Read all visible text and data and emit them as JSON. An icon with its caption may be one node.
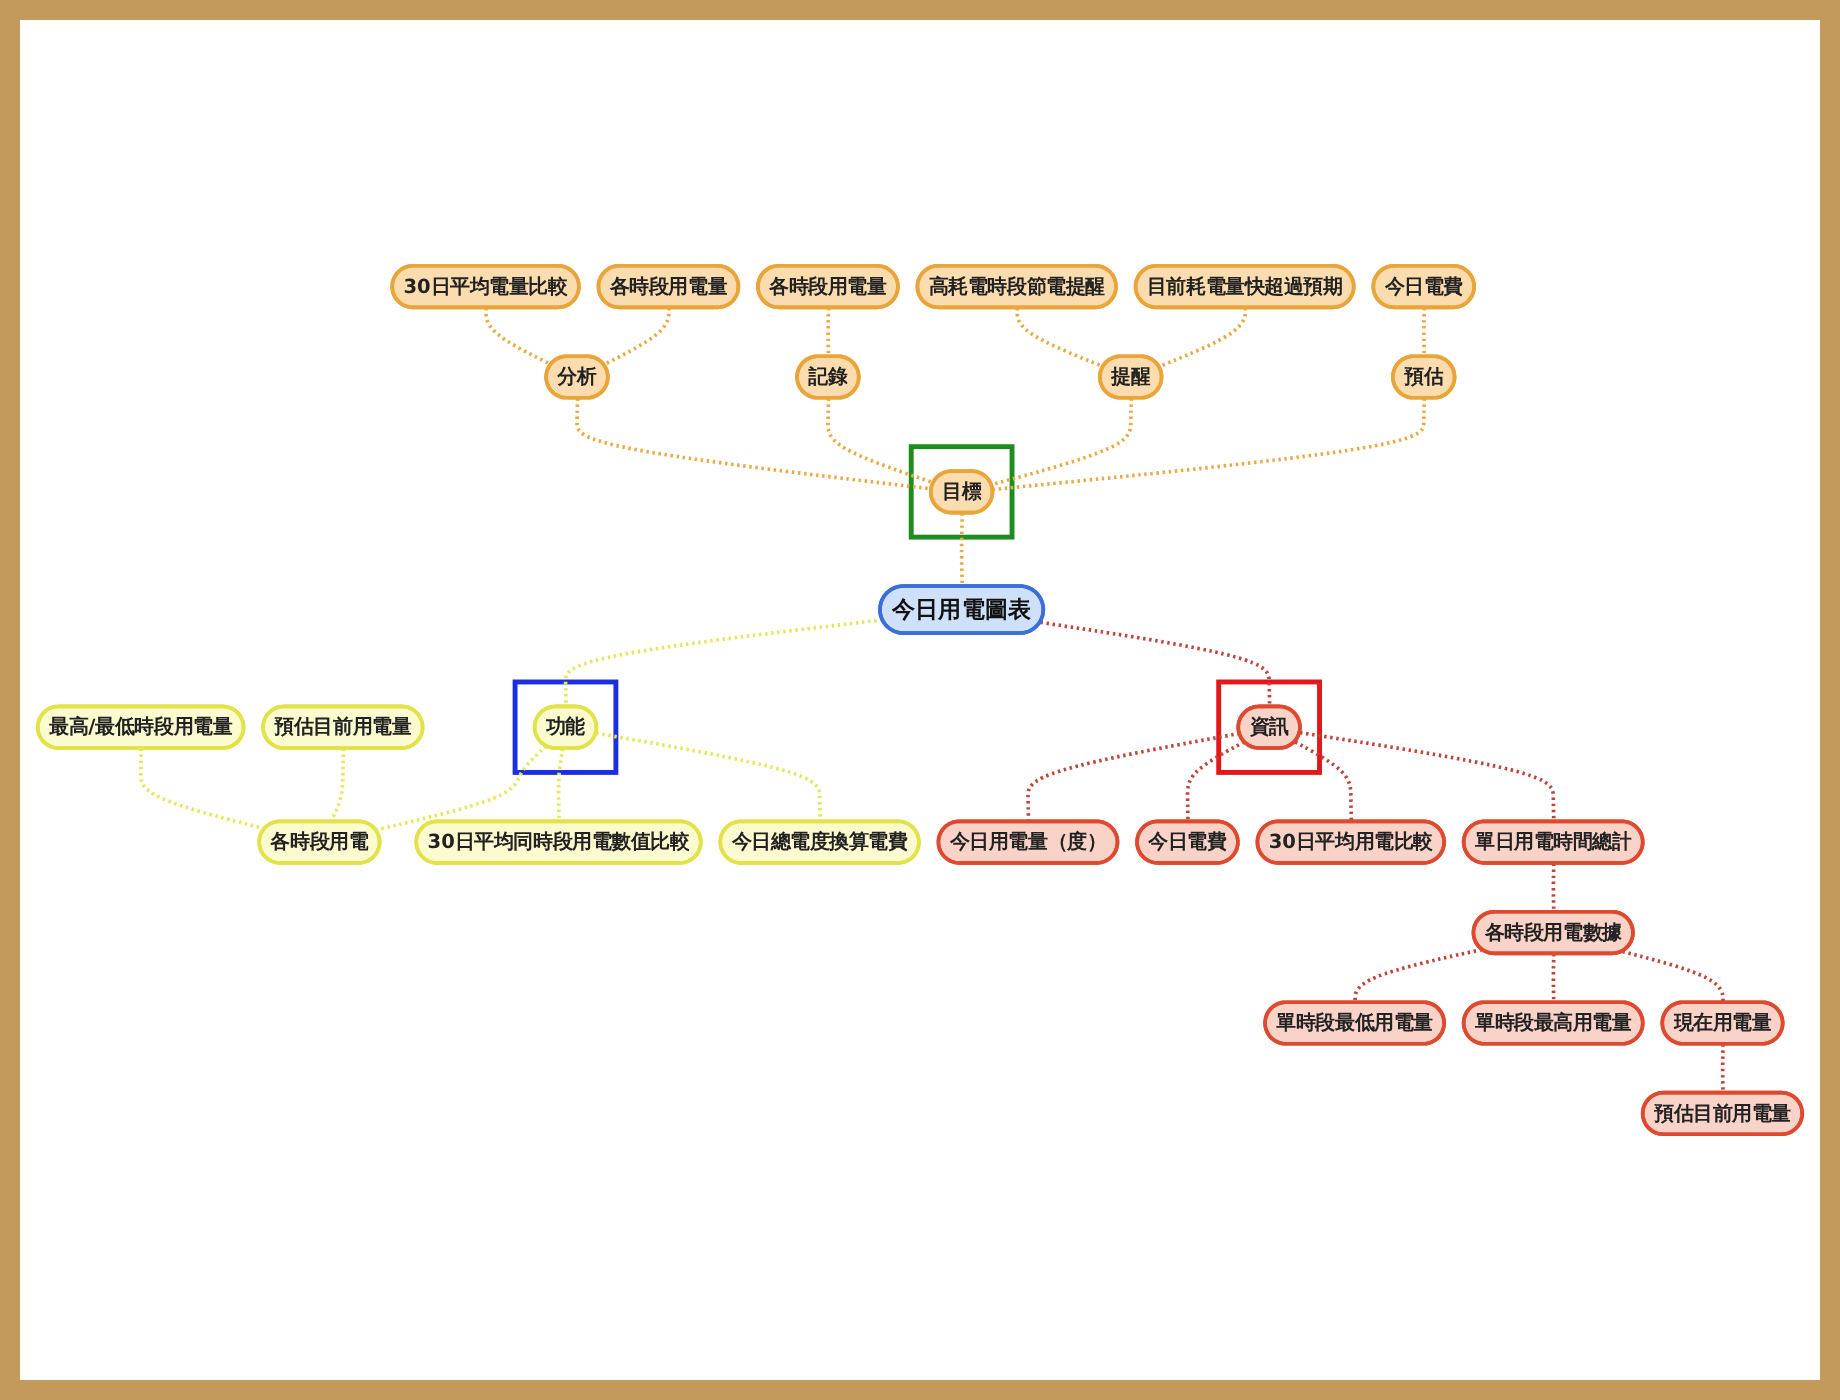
{
  "diagram": {
    "nodes": [
      {
        "text": [
          "今日用電圖表"
        ]
      },
      {
        "text": [],
        "shape": "box"
      },
      {
        "text": [
          "目標"
        ],
        "in": 1
      },
      {
        "text": [
          "預估"
        ]
      },
      {
        "text": [
          "今日電費"
        ]
      },
      {
        "text": [
          "提醒"
        ]
      },
      {
        "text": [
          "目前耗電量快超過預期"
        ]
      },
      {
        "text": [
          "高耗電時段節電提醒"
        ]
      },
      {
        "text": [
          "記錄"
        ]
      },
      {
        "text": [
          "各時段用電量"
        ]
      },
      {
        "text": [
          "分析"
        ]
      },
      {
        "text": [
          "各時段用電量"
        ]
      },
      {
        "text": [
          "30日平均電量比較"
        ]
      },
      {
        "text": [],
        "shape": "box"
      },
      {
        "text": [
          "功能"
        ],
        "in": 13
      },
      {
        "text": [
          "各時段用電"
        ]
      },
      {
        "text": [
          "預估目前用電量"
        ]
      },
      {
        "text": [
          "最高/最低時段用電量"
        ]
      },
      {
        "text": [
          "30日平均同時段用電數值比較"
        ]
      },
      {
        "text": [
          "今日總電度換算電費"
        ]
      },
      {
        "text": [],
        "shape": "box"
      },
      {
        "text": [
          "資訊"
        ],
        "in": 20
      },
      {
        "text": [
          "今日用電量（度）"
        ]
      },
      {
        "text": [
          "今日電費"
        ]
      },
      {
        "text": [
          "30日平均用電比較"
        ]
      },
      {
        "text": [
          "單日用電時間總計"
        ]
      },
      {
        "text": [
          "各時段用電數據"
        ]
      },
      {
        "text": [
          "單時段最低用電量"
        ]
      },
      {
        "text": [
          "單時段最高用電量"
        ]
      },
      {
        "text": [
          "現在用電量"
        ]
      },
      {
        "text": [
          "預估目前用電量"
        ]
      }
    ],
    "edges": [
      {
        "from": 2,
        "to": 0,
        "arrow": "none"
      },
      {
        "from": 3,
        "to": 2,
        "arrow": "none"
      },
      {
        "from": 4,
        "to": 3,
        "arrow": "none"
      },
      {
        "from": 5,
        "to": 2,
        "arrow": "none"
      },
      {
        "from": 6,
        "to": 5,
        "arrow": "none"
      },
      {
        "from": 7,
        "to": 5,
        "arrow": "none"
      },
      {
        "from": 8,
        "to": 2,
        "arrow": "none"
      },
      {
        "from": 9,
        "to": 8,
        "arrow": "none"
      },
      {
        "from": 10,
        "to": 2,
        "arrow": "none"
      },
      {
        "from": 11,
        "to": 10,
        "arrow": "none"
      },
      {
        "from": 12,
        "to": 10,
        "arrow": "none"
      },
      {
        "from": 0,
        "to": 14,
        "arrow": "none",
        "color": "#e6e65a"
      },
      {
        "from": 14,
        "to": 15,
        "arrow": "none",
        "color": "#e6e65a"
      },
      {
        "from": 16,
        "to": 15,
        "arrow": "none",
        "color": "#e6e65a"
      },
      {
        "from": 17,
        "to": 15,
        "arrow": "none",
        "color": "#e6e65a"
      },
      {
        "from": 14,
        "to": 18,
        "arrow": "none",
        "color": "#e6e65a"
      },
      {
        "from": 14,
        "to": 19,
        "arrow": "none",
        "color": "#e6e65a"
      },
      {
        "from": 0,
        "to": 21,
        "arrow": "none",
        "color": "#c0443a"
      },
      {
        "from": 21,
        "to": 22,
        "arrow": "none",
        "color": "#c0443a"
      },
      {
        "from": 21,
        "to": 23,
        "arrow": "none",
        "color": "#c0443a"
      },
      {
        "from": 21,
        "to": 24,
        "arrow": "none",
        "color": "#c0443a"
      },
      {
        "from": 21,
        "to": 25,
        "arrow": "none",
        "color": "#c0443a"
      },
      {
        "from": 25,
        "to": 26,
        "arrow": "none",
        "color": "#c0443a"
      },
      {
        "from": 26,
        "to": 27,
        "arrow": "none",
        "color": "#c0443a"
      },
      {
        "from": 26,
        "to": 28,
        "arrow": "none",
        "color": "#c0443a"
      },
      {
        "from": 26,
        "to": 29,
        "arrow": "none",
        "color": "#c0443a"
      },
      {
        "from": 29,
        "to": 30,
        "arrow": "none",
        "color": "#c0443a"
      }
    ]
  }
}
